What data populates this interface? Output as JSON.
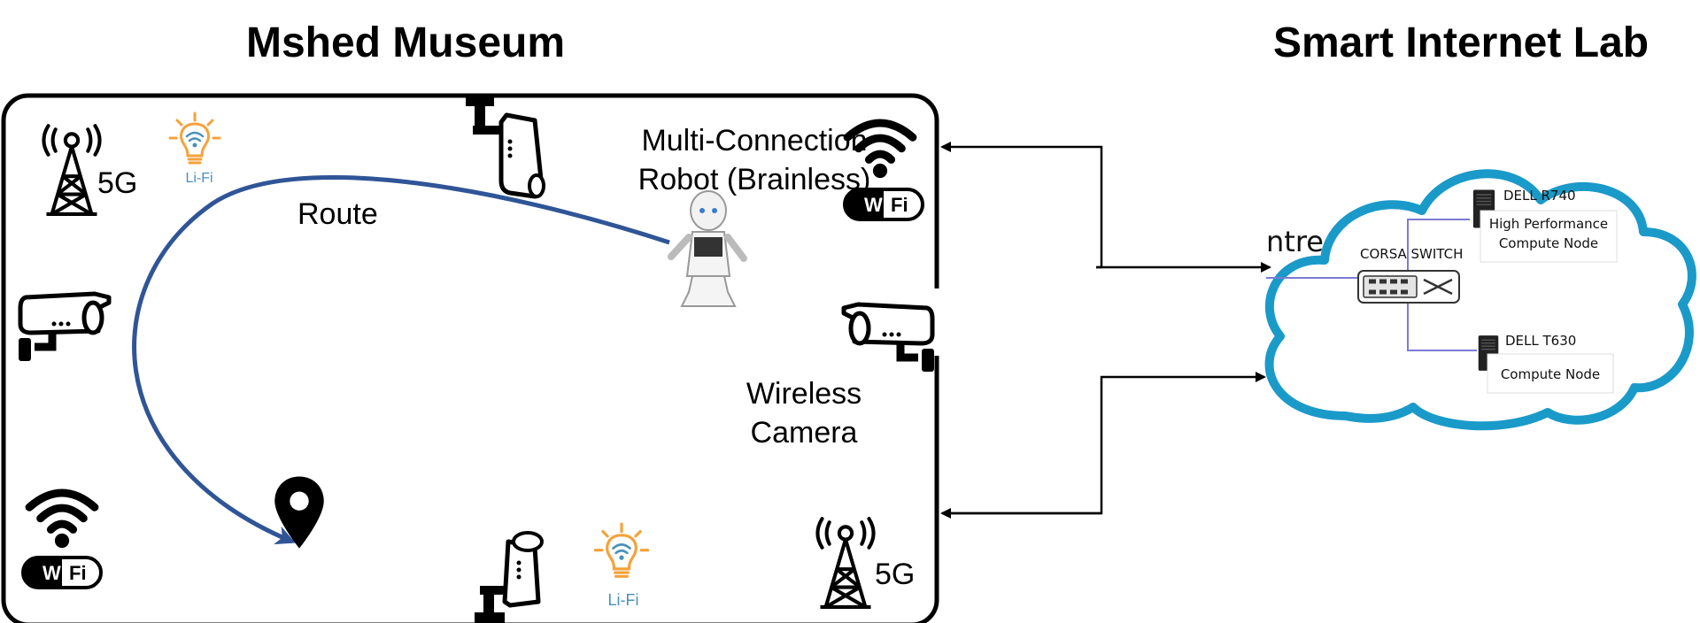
{
  "titles": {
    "left": "Mshed Museum",
    "right": "Smart Internet Lab"
  },
  "labels": {
    "route": "Route",
    "robot_line1": "Multi-Connection",
    "robot_line2": "Robot (Brainless)",
    "camera_line1": "Wireless",
    "camera_line2": "Camera",
    "fiveg": "5G",
    "lifi": "Li-Fi",
    "wifi_left": "Wi",
    "wifi_right": "Fi"
  },
  "cloud": {
    "edge_text": "ntre",
    "switch": "CORSA SWITCH",
    "server1_name": "DELL R740",
    "server1_line1": "High Performance",
    "server1_line2": "Compute Node",
    "server2_name": "DELL T630",
    "server2_line1": "Compute Node"
  },
  "icons": [
    "cell-tower-icon",
    "wifi-icon",
    "lifi-bulb-icon",
    "security-camera-icon",
    "location-pin-icon",
    "robot-icon",
    "server-icon",
    "network-switch-icon",
    "cloud-icon"
  ],
  "colors": {
    "route": "#2f5597",
    "cloud": "#1a9ac9",
    "lifi_orange": "#f5a23a",
    "lifi_blue": "#4a90b8",
    "cloud_links": "#7b7bd6"
  }
}
